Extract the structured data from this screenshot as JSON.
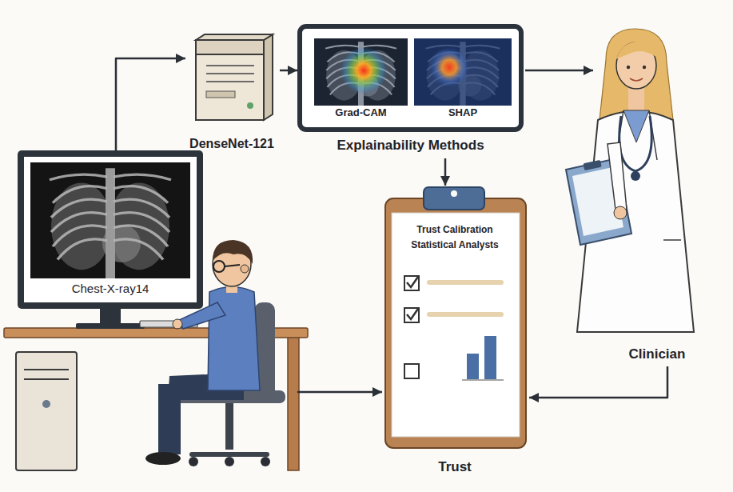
{
  "diagram": {
    "nodes": [
      {
        "text": [
          "Chest-X-ray14"
        ]
      },
      {
        "text": [
          "DenseNet-121"
        ]
      },
      {
        "text": [
          "Explainability Methods"
        ]
      },
      {
        "text": [
          "Grad-CAM"
        ],
        "in": 2
      },
      {
        "text": [
          "SHAP"
        ],
        "in": 2
      },
      {
        "text": [
          "Clinician"
        ]
      },
      {
        "text": [
          "Trust Calibration",
          "Statistical Analysts",
          "Trust"
        ]
      }
    ],
    "edges": [
      {
        "from": 0,
        "to": 1,
        "arrow": "to"
      },
      {
        "from": 1,
        "to": 2,
        "arrow": "to"
      },
      {
        "from": 2,
        "to": 5,
        "arrow": "to"
      },
      {
        "from": 2,
        "to": 6,
        "arrow": "to"
      },
      {
        "from": 0,
        "to": 6,
        "arrow": "to"
      },
      {
        "from": 5,
        "to": 6,
        "arrow": "to"
      }
    ]
  }
}
